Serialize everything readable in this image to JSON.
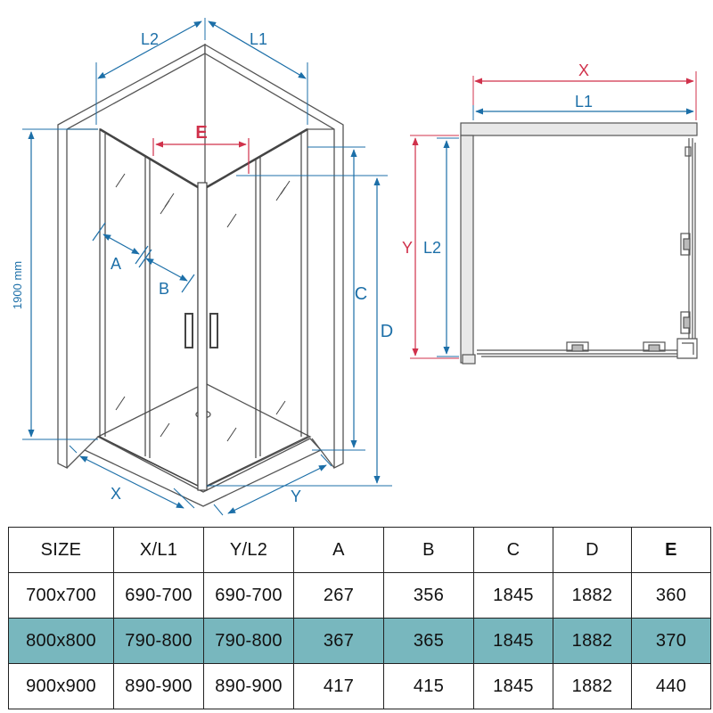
{
  "labels": {
    "l2_left": "L2",
    "l1_left": "L1",
    "e": "E",
    "a": "A",
    "b": "B",
    "c": "C",
    "d": "D",
    "x_left": "X",
    "y_left": "Y",
    "height": "1900 mm",
    "x_right": "X",
    "l1_right": "L1",
    "y_right": "Y",
    "l2_right": "L2"
  },
  "colors": {
    "dimension_blue": "#1c6fa8",
    "dimension_red": "#d0314b",
    "highlight_row": "#78b7be"
  },
  "table": {
    "header": [
      "SIZE",
      "X/L1",
      "Y/L2",
      "A",
      "B",
      "C",
      "D",
      "E"
    ],
    "rows": [
      [
        "700x700",
        "690-700",
        "690-700",
        "267",
        "356",
        "1845",
        "1882",
        "360"
      ],
      [
        "800x800",
        "790-800",
        "790-800",
        "367",
        "365",
        "1845",
        "1882",
        "370"
      ],
      [
        "900x900",
        "890-900",
        "890-900",
        "417",
        "415",
        "1845",
        "1882",
        "440"
      ]
    ],
    "highlighted_row": 1
  }
}
